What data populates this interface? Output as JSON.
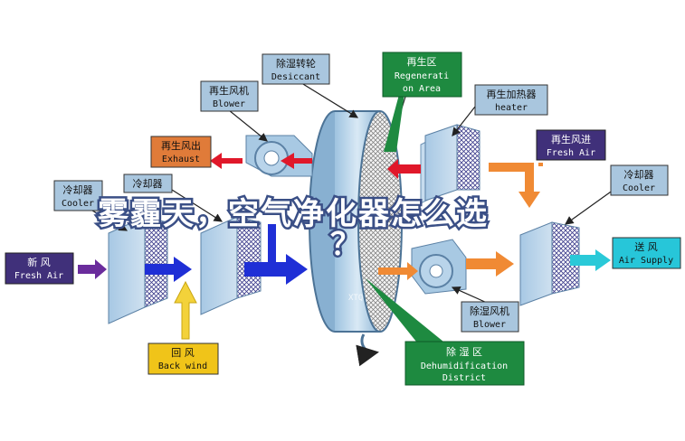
{
  "overlay": {
    "line1": "雾霾天，空气净化器怎么选",
    "line2": "？"
  },
  "labels": {
    "desiccant": {
      "zh": "除湿转轮",
      "en": "Desiccant"
    },
    "regen_area": {
      "zh": "再生区",
      "en1": "Regenerati",
      "en2": "on Area"
    },
    "regen_blower": {
      "zh": "再生风机",
      "en": "Blower"
    },
    "regen_heater": {
      "zh": "再生加热器",
      "en": "heater"
    },
    "regen_exhaust": {
      "zh": "再生风出",
      "en": "Exhaust"
    },
    "regen_fresh_air": {
      "zh": "再生风进",
      "en": "Fresh Air"
    },
    "cooler_left": {
      "zh": "冷却器",
      "en": "Cooler"
    },
    "cooler_mid": {
      "zh": "冷却器",
      "en": ""
    },
    "cooler_right": {
      "zh": "冷却器",
      "en": "Cooler"
    },
    "fresh_air_in": {
      "zh": "新    风",
      "en": "Fresh Air"
    },
    "back_wind": {
      "zh": "回    风",
      "en": "Back wind"
    },
    "dehum_blower": {
      "zh": "除湿风机",
      "en": "Blower"
    },
    "dehum_district": {
      "zh": "除    湿    区",
      "en1": "Dehumidification",
      "en2": "District"
    },
    "air_supply": {
      "zh": "送    风",
      "en": "Air Supply"
    }
  },
  "watermark": "XTQ",
  "colors": {
    "label_blue": "#a9c6de",
    "label_orange": "#e07b39",
    "label_purple": "#40307a",
    "label_cyan": "#27c6d9",
    "label_yellow": "#f0c419",
    "label_green": "#1e8a40",
    "arrow_red": "#e0182a",
    "arrow_blue": "#1f2fd6",
    "arrow_orange": "#f08a34",
    "arrow_purple": "#6a2c9c",
    "arrow_yellow": "#f3d23a",
    "arrow_cyan": "#2ac9d8"
  }
}
